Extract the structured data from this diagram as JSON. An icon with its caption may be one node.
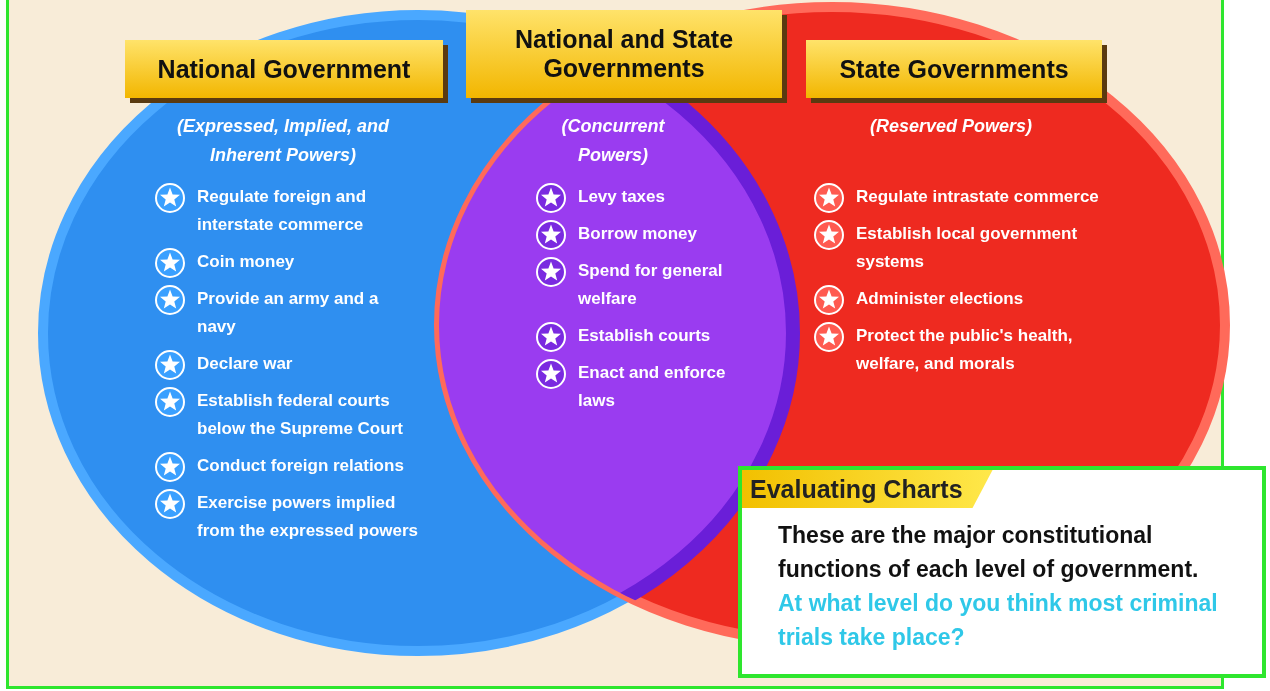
{
  "diagram": {
    "nodes": [
      {
        "text": [
          "National Government",
          "(Expressed, Implied, and Inherent Powers)",
          "Regulate foreign and interstate commerce",
          "Coin money",
          "Provide an army and a navy",
          "Declare war",
          "Establish federal courts below the Supreme Court",
          "Conduct foreign relations",
          "Exercise powers implied from the expressed powers"
        ]
      },
      {
        "text": [
          "State Governments",
          "(Reserved Powers)",
          "Regulate intrastate commerce",
          "Establish local government systems",
          "Administer elections",
          "Protect the public's health, welfare, and morals"
        ]
      },
      {
        "text": [
          "National and State Governments",
          "(Concurrent Powers)",
          "Levy taxes",
          "Borrow money",
          "Spend for general welfare",
          "Establish courts",
          "Enact and enforce laws"
        ]
      },
      {
        "text": [
          "Evaluating Charts",
          "These are the major constitutional functions of each level of government.",
          "At what level do you think most criminal trials take place?"
        ]
      }
    ],
    "edges": []
  }
}
